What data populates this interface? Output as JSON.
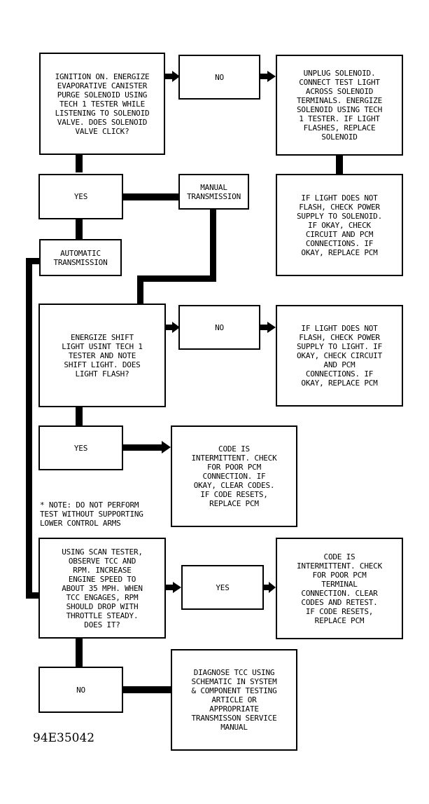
{
  "boxes": {
    "b1": "IGNITION ON. ENERGIZE\nEVAPORATIVE CANISTER\nPURGE SOLENOID USING\nTECH 1 TESTER WHILE\nLISTENING TO SOLENOID\nVALVE. DOES SOLENOID\nVALVE CLICK?",
    "b2": "NO",
    "b3": "UNPLUG SOLENOID.\nCONNECT TEST LIGHT\nACROSS SOLENOID\nTERMINALS. ENERGIZE\nSOLENOID USING TECH\n1 TESTER. IF LIGHT\nFLASHES, REPLACE\nSOLENOID",
    "b4": "YES",
    "b5": "MANUAL\nTRANSMISSION",
    "b6": "IF LIGHT DOES NOT\nFLASH, CHECK POWER\nSUPPLY TO SOLENOID.\nIF OKAY, CHECK\nCIRCUIT AND PCM\nCONNECTIONS. IF\nOKAY, REPLACE PCM",
    "b7": "AUTOMATIC\nTRANSMISSION",
    "b8": "ENERGIZE SHIFT\nLIGHT USINT TECH 1\nTESTER AND NOTE\nSHIFT LIGHT. DOES\nLIGHT FLASH?",
    "b9": "NO",
    "b10": "IF LIGHT DOES NOT\nFLASH, CHECK POWER\nSUPPLY TO LIGHT. IF\nOKAY, CHECK CIRCUIT\nAND PCM\nCONNECTIONS. IF\nOKAY, REPLACE PCM",
    "b11": "YES",
    "b12": "CODE IS\nINTERMITTENT. CHECK\nFOR POOR PCM\nCONNECTION. IF\nOKAY, CLEAR CODES.\nIF CODE RESETS,\nREPLACE PCM",
    "b13": "USING SCAN TESTER,\nOBSERVE TCC AND\nRPM. INCREASE\nENGINE SPEED TO\nABOUT 35 MPH. WHEN\nTCC ENGAGES, RPM\nSHOULD DROP WITH\nTHROTTLE STEADY.\nDOES IT?",
    "b14": "YES",
    "b15": "CODE IS\nINTERMITTENT. CHECK\nFOR POOR PCM\nTERMINAL\nCONNECTION. CLEAR\nCODES AND RETEST.\nIF CODE RESETS,\nREPLACE PCM",
    "b16": "NO",
    "b17": "DIAGNOSE TCC USING\nSCHEMATIC IN SYSTEM\n& COMPONENT TESTING\nARTICLE OR\nAPPROPRIATE\nTRANSMISSON SERVICE\nMANUAL"
  },
  "note": "* NOTE: DO NOT PERFORM\nTEST WITHOUT SUPPORTING\nLOWER CONTROL ARMS",
  "figure_id": "94E35042",
  "colors": {
    "line": "#000000",
    "background": "#ffffff"
  }
}
